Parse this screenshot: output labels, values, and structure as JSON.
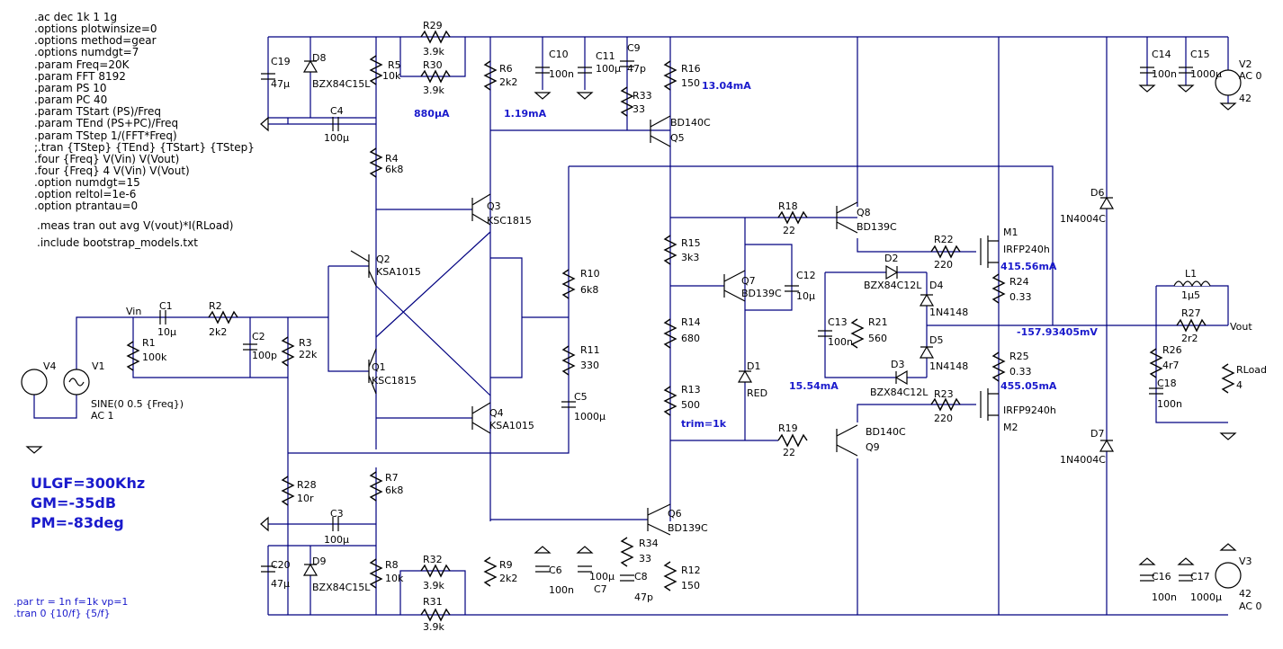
{
  "spice_directives": [
    ".ac dec 1k 1 1g",
    ".options plotwinsize=0",
    ".options method=gear",
    ".options numdgt=7",
    ".param Freq=20K",
    ".param FFT 8192",
    ".param PS 10",
    ".param PC 40",
    ".param TStart (PS)/Freq",
    ".param TEnd (PS+PC)/Freq",
    ".param TStep 1/(FFT*Freq)",
    ";.tran {TStep} {TEnd} {TStart} {TStep}",
    ".four {Freq} V(Vin) V(Vout)",
    ".four {Freq} 4 V(Vin) V(Vout)",
    ".option numdgt=15",
    ".option reltol=1e-6",
    ".option ptrantau=0"
  ],
  "meas_directive": ".meas tran out avg V(vout)*I(RLoad)",
  "include_directive": ".include bootstrap_models.txt",
  "stability_notes": [
    "ULGF=300Khz",
    "GM=-35dB",
    "PM=-83deg"
  ],
  "bottom_directives": [
    ".par tr = 1n f=1k vp=1",
    ".tran 0 {10/f} {5/f}"
  ],
  "net_labels": {
    "vin": "Vin",
    "vout": "Vout"
  },
  "annotations": {
    "i_r30": "880µA",
    "i_r6": "1.19mA",
    "i_r16": "13.04mA",
    "i_m1": "415.56mA",
    "v_out_node": "-157.93405mV",
    "i_d1": "15.54mA",
    "i_m2": "455.05mA",
    "trim": "trim=1k"
  },
  "components": [
    {
      "ref": "R29",
      "value": "3.9k"
    },
    {
      "ref": "R30",
      "value": "3.9k"
    },
    {
      "ref": "C19",
      "value": "47µ"
    },
    {
      "ref": "D8",
      "value": "BZX84C15L"
    },
    {
      "ref": "R5",
      "value": "10k"
    },
    {
      "ref": "C4",
      "value": "100µ"
    },
    {
      "ref": "R4",
      "value": "6k8"
    },
    {
      "ref": "R6",
      "value": "2k2"
    },
    {
      "ref": "C10",
      "value": "100n"
    },
    {
      "ref": "C11",
      "value": "100µ"
    },
    {
      "ref": "C9",
      "value": "47p"
    },
    {
      "ref": "R33",
      "value": "33"
    },
    {
      "ref": "R16",
      "value": "150"
    },
    {
      "ref": "Q5",
      "value": "BD140C"
    },
    {
      "ref": "Q3",
      "value": "KSC1815"
    },
    {
      "ref": "Q2",
      "value": "KSA1015"
    },
    {
      "ref": "Q1",
      "value": "KSC1815"
    },
    {
      "ref": "Q4",
      "value": "KSA1015"
    },
    {
      "ref": "C1",
      "value": "10µ"
    },
    {
      "ref": "R2",
      "value": "2k2"
    },
    {
      "ref": "R1",
      "value": "100k"
    },
    {
      "ref": "C2",
      "value": "100p"
    },
    {
      "ref": "R3",
      "value": "22k"
    },
    {
      "ref": "V4",
      "value": ""
    },
    {
      "ref": "V1",
      "value": "SINE(0 0.5 {Freq})"
    },
    {
      "ref": "V1ac",
      "value": "AC 1"
    },
    {
      "ref": "R10",
      "value": "6k8"
    },
    {
      "ref": "R11",
      "value": "330"
    },
    {
      "ref": "C5",
      "value": "1000µ"
    },
    {
      "ref": "R15",
      "value": "3k3"
    },
    {
      "ref": "R14",
      "value": "680"
    },
    {
      "ref": "R13",
      "value": "500"
    },
    {
      "ref": "R18",
      "value": "22"
    },
    {
      "ref": "Q7",
      "value": "BD139C"
    },
    {
      "ref": "C12",
      "value": "10µ"
    },
    {
      "ref": "D1",
      "value": "RED"
    },
    {
      "ref": "Q8",
      "value": "BD139C"
    },
    {
      "ref": "R22",
      "value": "220"
    },
    {
      "ref": "M1",
      "value": "IRFP240h"
    },
    {
      "ref": "D2",
      "value": "BZX84C12L"
    },
    {
      "ref": "D4",
      "value": "1N4148"
    },
    {
      "ref": "C13",
      "value": "100n"
    },
    {
      "ref": "R21",
      "value": "560"
    },
    {
      "ref": "D5",
      "value": "1N4148"
    },
    {
      "ref": "D3",
      "value": "BZX84C12L"
    },
    {
      "ref": "R24",
      "value": "0.33"
    },
    {
      "ref": "R25",
      "value": "0.33"
    },
    {
      "ref": "R23",
      "value": "220"
    },
    {
      "ref": "M2",
      "value": "IRFP9240h"
    },
    {
      "ref": "R19",
      "value": "22"
    },
    {
      "ref": "Q9",
      "value": "BD140C"
    },
    {
      "ref": "D6",
      "value": "1N4004C"
    },
    {
      "ref": "D7",
      "value": "1N4004C"
    },
    {
      "ref": "C14",
      "value": "100n"
    },
    {
      "ref": "C15",
      "value": "1000µ"
    },
    {
      "ref": "V2",
      "value": "AC 0"
    },
    {
      "ref": "V2dc",
      "value": "42"
    },
    {
      "ref": "L1",
      "value": "1µ5"
    },
    {
      "ref": "R27",
      "value": "2r2"
    },
    {
      "ref": "R26",
      "value": "4r7"
    },
    {
      "ref": "C18",
      "value": "100n"
    },
    {
      "ref": "RLoad",
      "value": "4"
    },
    {
      "ref": "R28",
      "value": "10r"
    },
    {
      "ref": "C3",
      "value": "100µ"
    },
    {
      "ref": "R7",
      "value": "6k8"
    },
    {
      "ref": "C20",
      "value": "47µ"
    },
    {
      "ref": "D9",
      "value": "BZX84C15L"
    },
    {
      "ref": "R8",
      "value": "10k"
    },
    {
      "ref": "R32",
      "value": "3.9k"
    },
    {
      "ref": "R31",
      "value": "3.9k"
    },
    {
      "ref": "R9",
      "value": "2k2"
    },
    {
      "ref": "C6",
      "value": "100n"
    },
    {
      "ref": "C7",
      "value": "100µ"
    },
    {
      "ref": "Q6",
      "value": "BD139C"
    },
    {
      "ref": "R34",
      "value": "33"
    },
    {
      "ref": "C8",
      "value": "47p"
    },
    {
      "ref": "R12",
      "value": "150"
    },
    {
      "ref": "C16",
      "value": "100n"
    },
    {
      "ref": "C17",
      "value": "1000µ"
    },
    {
      "ref": "V3",
      "value": "42"
    },
    {
      "ref": "V3ac",
      "value": "AC 0"
    }
  ],
  "colors": {
    "wire": "#000080",
    "annotation": "#1a1acc",
    "text": "#000000",
    "background": "#ffffff"
  }
}
